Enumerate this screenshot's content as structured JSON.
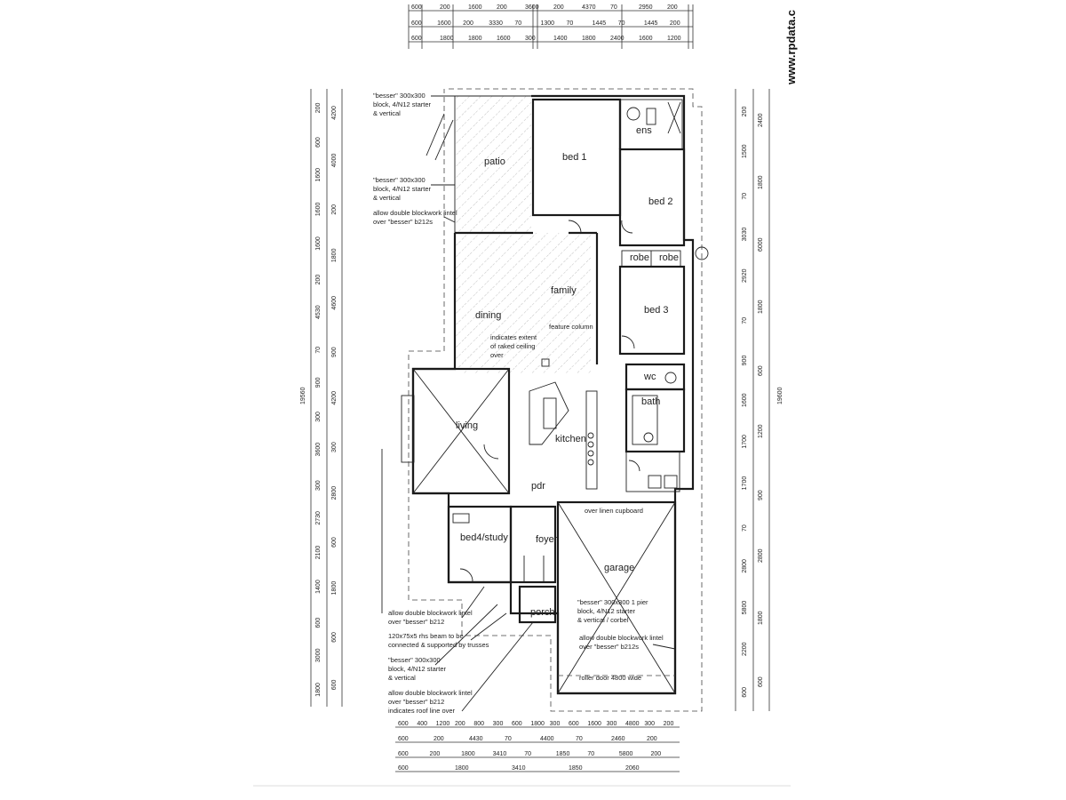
{
  "watermark": "www.rpdata.c",
  "rooms": {
    "patio": "patio",
    "bed1": "bed 1",
    "ens": "ens",
    "bed2": "bed 2",
    "robe": "robe",
    "bed3": "bed 3",
    "dining": "dining",
    "family": "family",
    "living": "living",
    "kitchen": "kitchen",
    "bath": "bath",
    "bed4": "bed4/study",
    "foyer": "foyer",
    "garage": "garage",
    "porch": "porch",
    "pdr": "pdr",
    "wc": "wc"
  },
  "notes": {
    "besser_top": [
      "\"besser\" 300x300",
      "block, 4/N12 starter",
      "& vertical"
    ],
    "besser_mid": [
      "\"besser\" 300x300",
      "block, 4/N12 starter",
      "& vertical"
    ],
    "lintel_top": [
      "allow double blockwork lintel",
      "over \"besser\" b212s"
    ],
    "raked": [
      "indicates extent",
      "of raked ceiling",
      "over"
    ],
    "feature": "feature column",
    "roller": "roller door 4800 wide",
    "linen": "over linen cupboard",
    "lintel_bot1": [
      "allow double blockwork lintel",
      "over \"besser\" b212"
    ],
    "truss": [
      "120x75x5 rhs beam to be",
      "connected & supported by trusses"
    ],
    "besser_bot": [
      "\"besser\" 300x300",
      "block, 4/N12 starter",
      "& vertical"
    ],
    "lintel_bot2": [
      "allow double blockwork lintel",
      "over \"besser\" b212",
      "indicates roof line over"
    ],
    "garage_block": [
      "\"besser\" 300x300 1 pier",
      "block, 4/N12 starter",
      "& vertical / corbel"
    ],
    "garage_lintel": [
      "allow double blockwork lintel",
      "over \"besser\" b212s"
    ]
  },
  "dimensions": {
    "top_row1": [
      "600",
      "200",
      "1600",
      "200",
      "3600",
      "200",
      "4370",
      "70",
      "2950",
      "200"
    ],
    "top_row2": [
      "600",
      "1600",
      "200",
      "3330",
      "70",
      "1300",
      "70",
      "1445",
      "70",
      "1445",
      "200"
    ],
    "top_row3": [
      "600",
      "1800",
      "1800",
      "1600",
      "300",
      "1400",
      "1800",
      "2400",
      "1600",
      "1200"
    ],
    "left_col1": [
      "200",
      "600",
      "1600",
      "1600",
      "1600",
      "200",
      "4530",
      "70",
      "900",
      "300",
      "3600",
      "300",
      "2730",
      "2100",
      "1400",
      "600",
      "3000",
      "1800"
    ],
    "left_col2": [
      "4200",
      "4000",
      "200",
      "1800",
      "4600",
      "900",
      "4200",
      "300",
      "2800",
      "600",
      "1800",
      "600",
      "600"
    ],
    "left_total": "19560",
    "right_col1": [
      "200",
      "1500",
      "70",
      "3030",
      "2920",
      "70",
      "900",
      "1600",
      "1700",
      "1700",
      "70",
      "2800",
      "5800",
      "2200",
      "600"
    ],
    "right_col2": [
      "2400",
      "1800",
      "6000",
      "1800",
      "600",
      "1200",
      "900",
      "2800",
      "1800",
      "600"
    ],
    "right_total": "19600",
    "bottom_row1": [
      "600",
      "400",
      "1200",
      "200",
      "800",
      "300",
      "600",
      "1800",
      "300",
      "600",
      "1600",
      "300",
      "4800",
      "300",
      "200"
    ],
    "bottom_row2": [
      "600",
      "200",
      "4430",
      "70",
      "4400",
      "70",
      "2460",
      "200"
    ],
    "bottom_row3": [
      "600",
      "200",
      "1800",
      "3410",
      "70",
      "1850",
      "70",
      "5800",
      "200"
    ],
    "bottom_row4": [
      "600",
      "1800",
      "3410",
      "1850",
      "2060"
    ]
  }
}
